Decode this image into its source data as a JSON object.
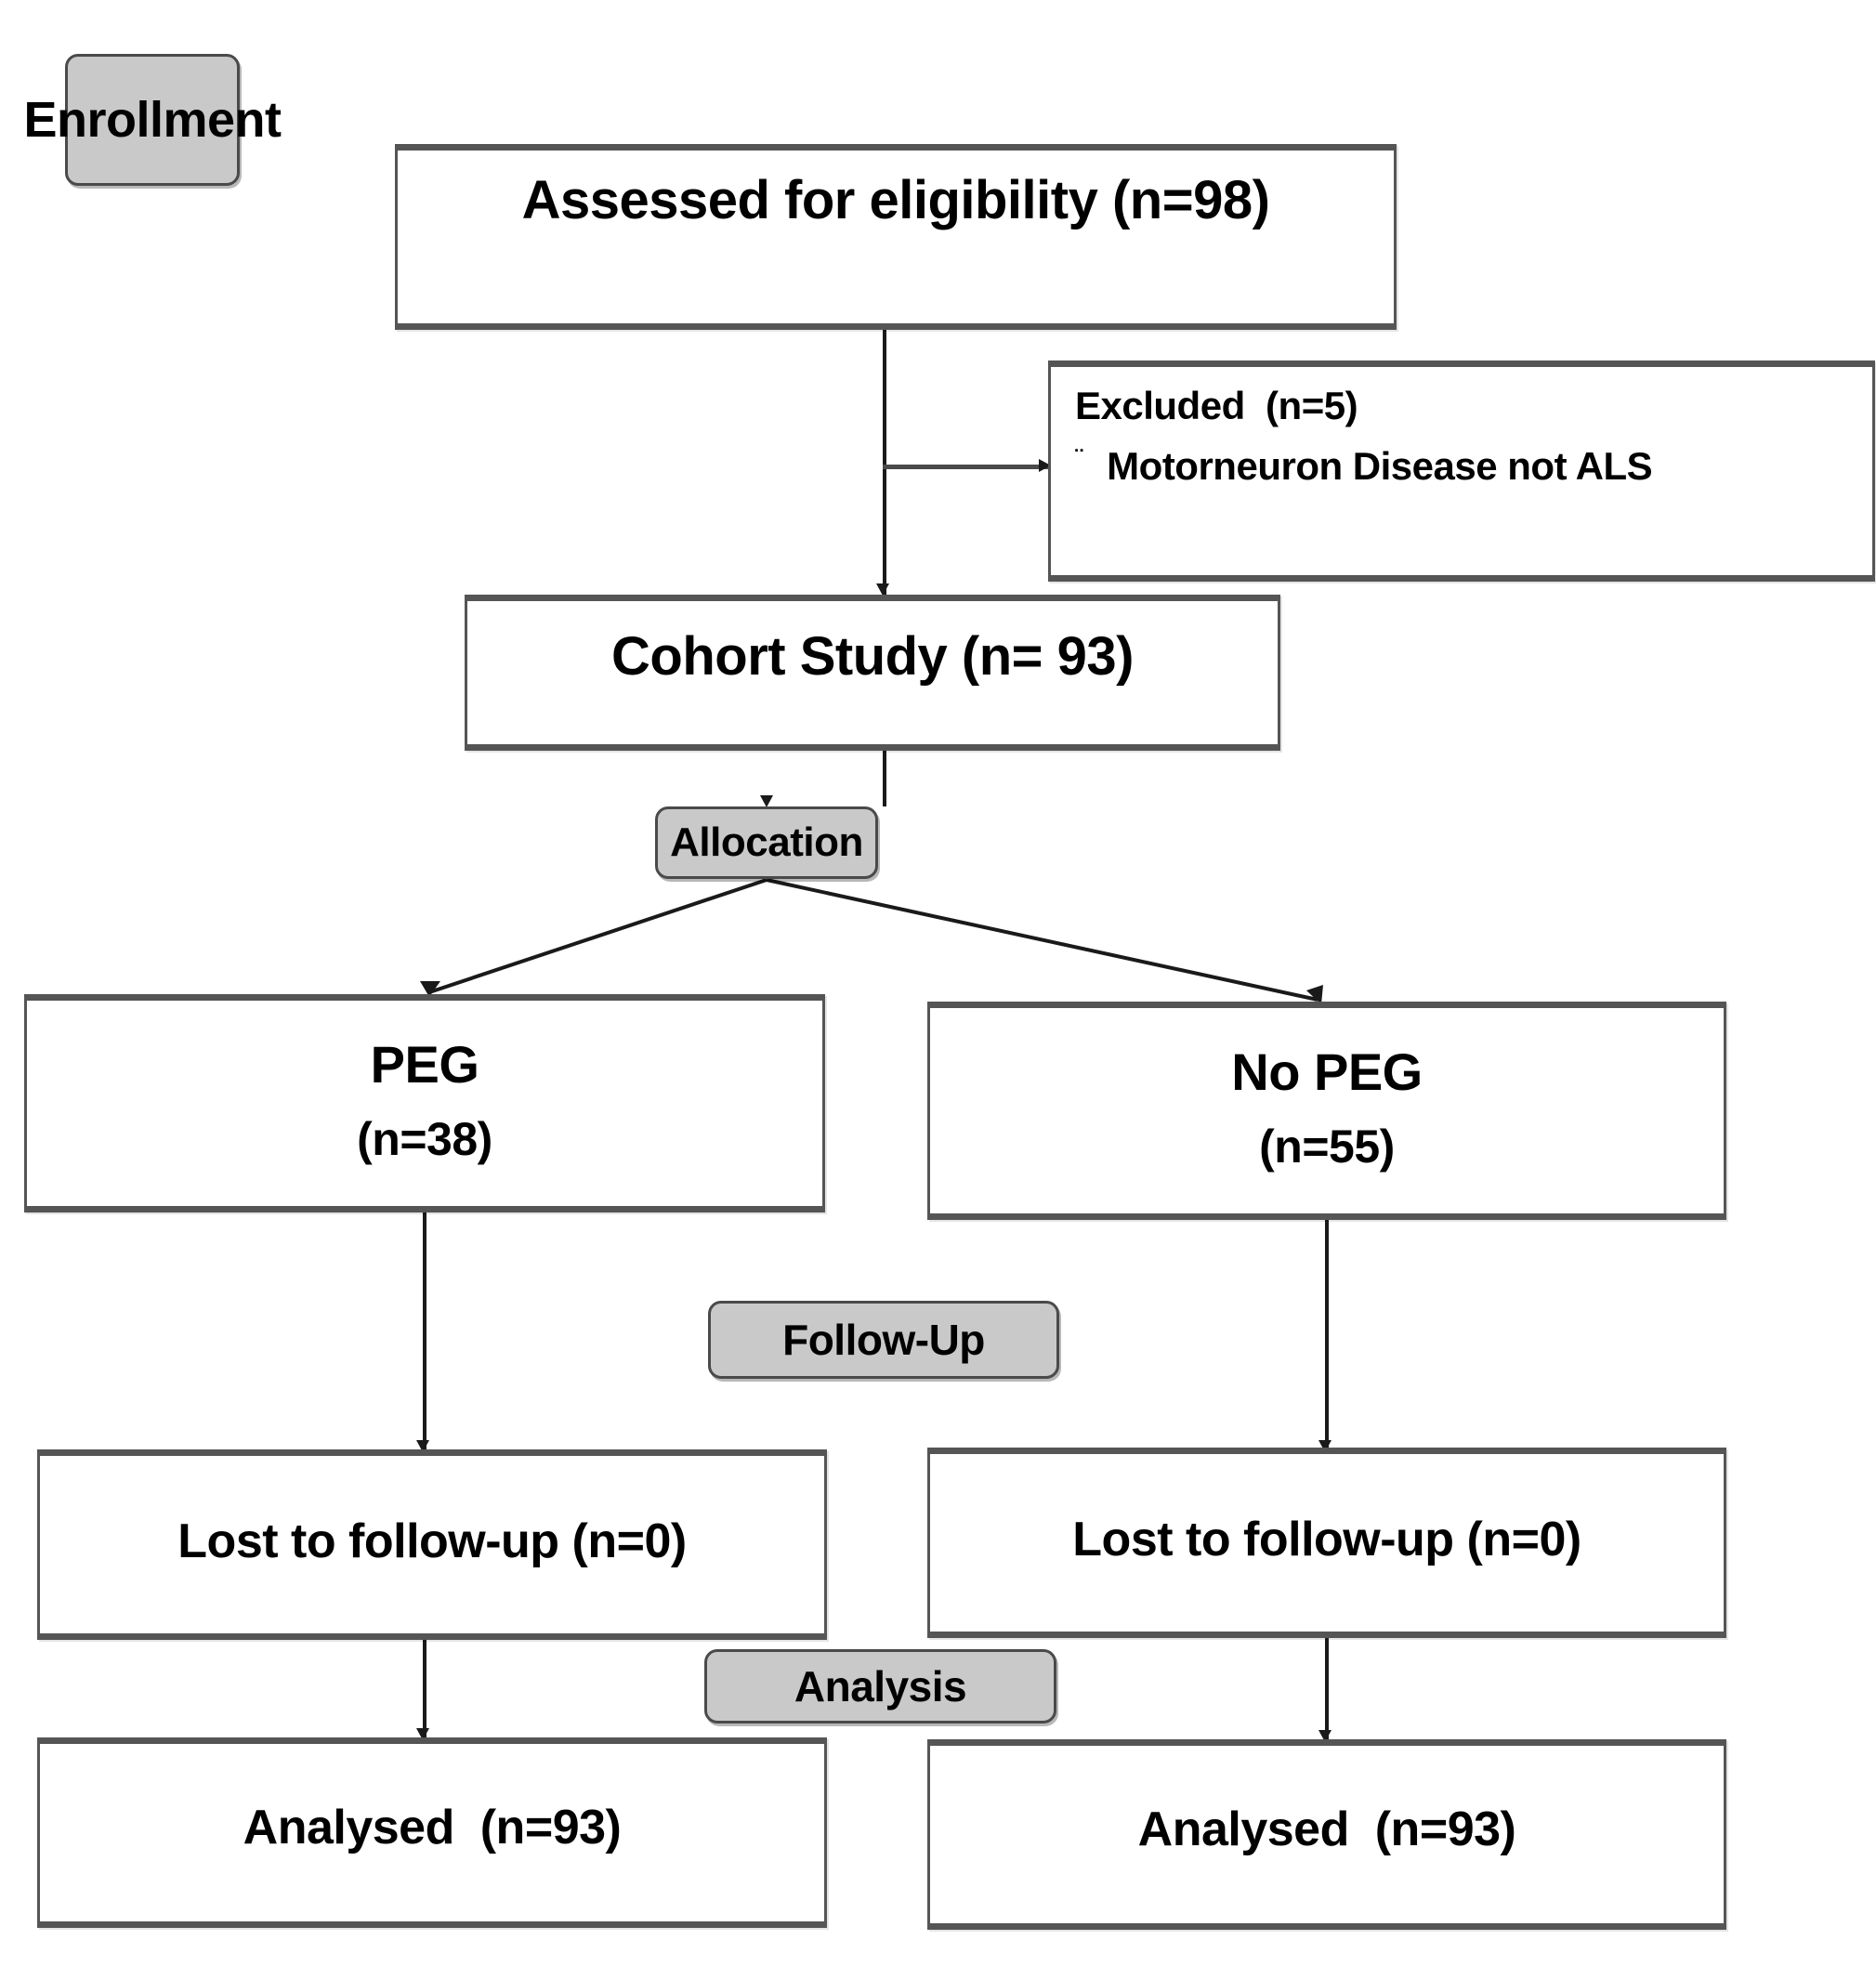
{
  "diagram": {
    "title": "CONSORT participant flow diagram",
    "colors": {
      "stage_fill": "#c9c9c9",
      "stage_border": "#4a4a4a",
      "box_border": "#555555",
      "box_fill": "#ffffff",
      "text": "#000000",
      "connector": "#1a1a1a",
      "background": "#ffffff"
    },
    "stages": [
      {
        "id": "enrollment",
        "label": "Enrollment"
      },
      {
        "id": "allocation",
        "label": "Allocation"
      },
      {
        "id": "followup",
        "label": "Follow-Up"
      },
      {
        "id": "analysis",
        "label": "Analysis"
      }
    ],
    "boxes": {
      "assessed": {
        "text": "Assessed for eligibility (n=98)",
        "n": 98
      },
      "excluded": {
        "line1": "Excluded  (n=5)",
        "bullet": "¨",
        "line2": "Motorneuron Disease not ALS",
        "n": 5
      },
      "cohort": {
        "text": "Cohort Study (n= 93)",
        "n": 93
      },
      "peg": {
        "line1": "PEG",
        "line2": "(n=38)",
        "n": 38
      },
      "no_peg": {
        "line1": "No PEG",
        "line2": "(n=55)",
        "n": 55
      },
      "lost_left": {
        "text": "Lost to follow-up (n=0)",
        "n": 0
      },
      "lost_right": {
        "text": "Lost to follow-up (n=0)",
        "n": 0
      },
      "analysed_left": {
        "text": "Analysed  (n=93)",
        "n": 93
      },
      "analysed_right": {
        "text": "Analysed  (n=93)",
        "n": 93
      }
    }
  }
}
